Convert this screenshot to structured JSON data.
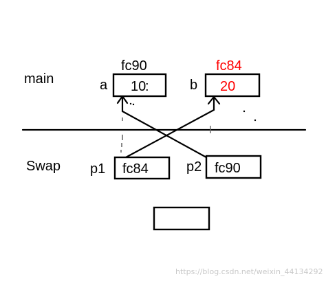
{
  "colors": {
    "ink": "#000000",
    "highlight": "#ff0000",
    "watermark": "#c8c8c8"
  },
  "main": {
    "label": "main",
    "var_a": {
      "name": "a",
      "address": "fc90",
      "value": "10"
    },
    "var_b": {
      "name": "b",
      "address": "fc84",
      "value": "20",
      "highlighted": true
    }
  },
  "swap": {
    "label": "Swap",
    "var_p1": {
      "name": "p1",
      "value": "fc84"
    },
    "var_p2": {
      "name": "p2",
      "value": "fc90"
    }
  },
  "empty_box": {
    "value": ""
  },
  "watermark": "https://blog.csdn.net/weixin_44134292"
}
